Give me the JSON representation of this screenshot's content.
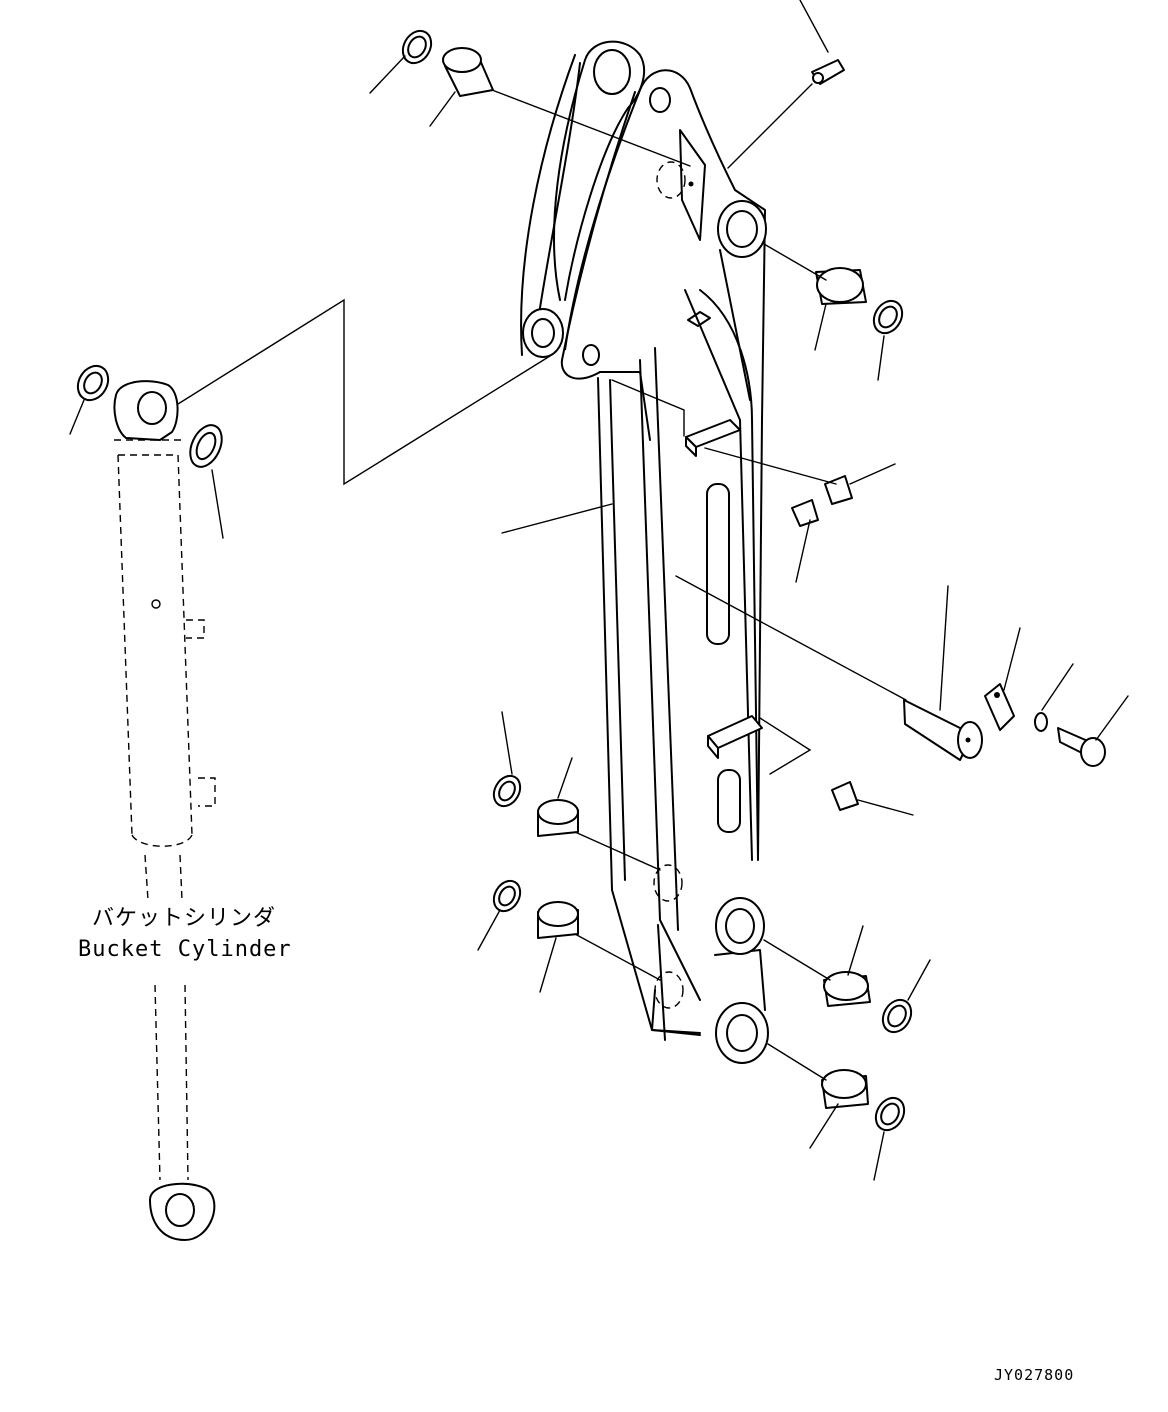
{
  "labels": {
    "bucket_cylinder_jp": "バケットシリンダ",
    "bucket_cylinder_en": "Bucket Cylinder",
    "drawing_code": "JY027800"
  }
}
